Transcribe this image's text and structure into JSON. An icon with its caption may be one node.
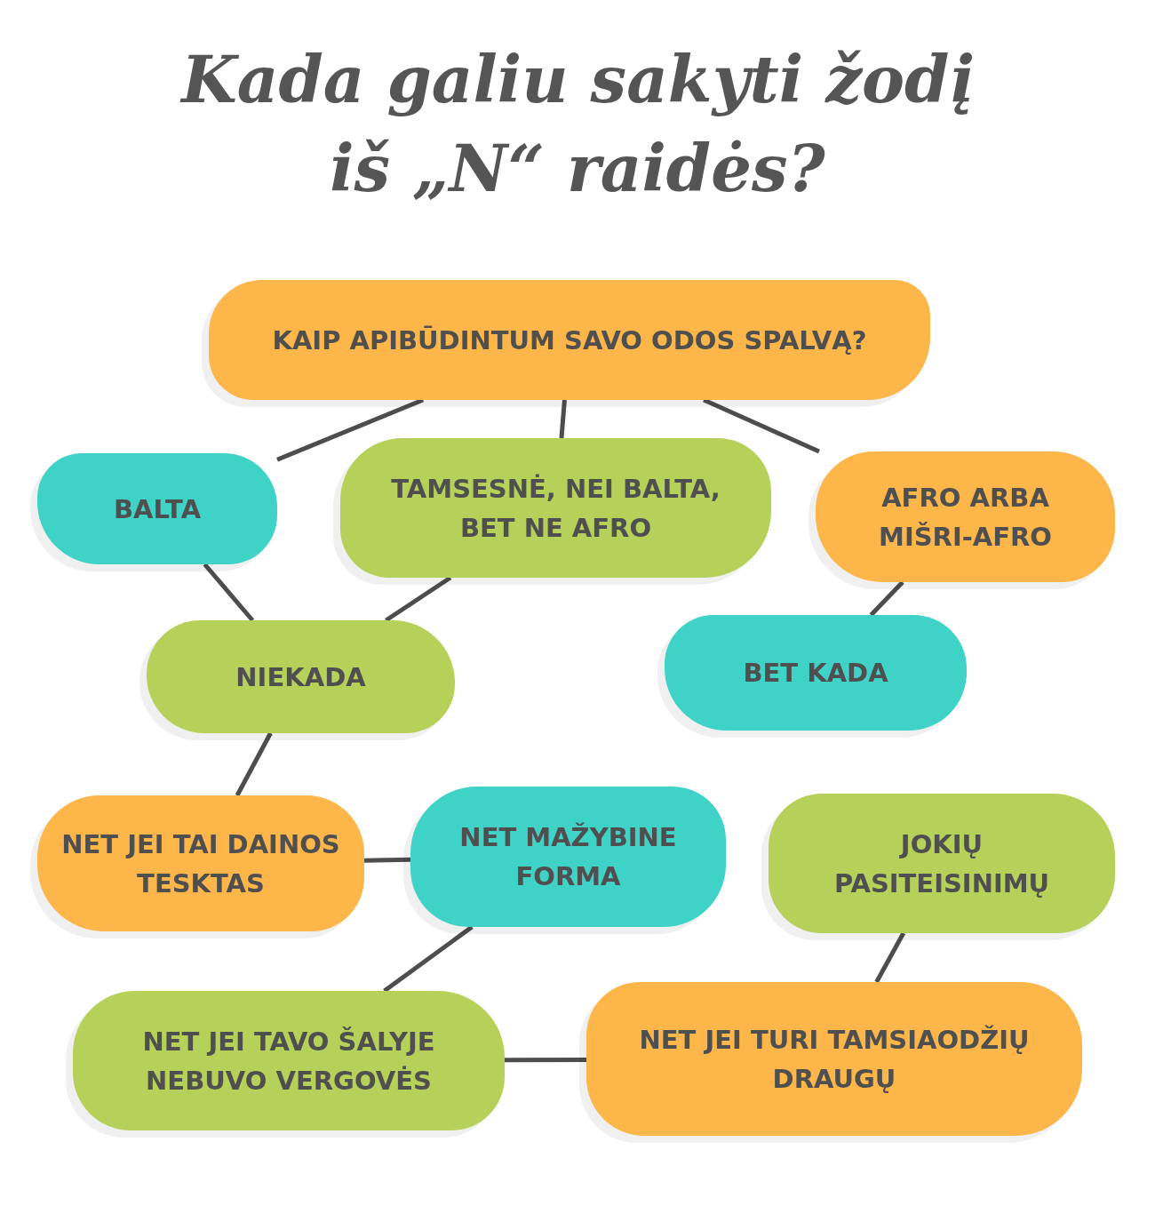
{
  "diagram": {
    "title": "Kada galiu sakyti žodį iš „N“ raidės?",
    "nodes": [
      {
        "text": [
          "KAIP APIBŪDINTUM SAVO ODOS SPALVĄ?"
        ]
      },
      {
        "text": [
          "BALTA"
        ]
      },
      {
        "text": [
          "TAMSESNĖ, NEI BALTA, BET NE AFRO"
        ]
      },
      {
        "text": [
          "AFRO ARBA MIŠRI-AFRO"
        ]
      },
      {
        "text": [
          "NIEKADA"
        ]
      },
      {
        "text": [
          "BET KADA"
        ]
      },
      {
        "text": [
          "NET JEI TAI DAINOS TESKTAS"
        ]
      },
      {
        "text": [
          "NET MAŽYBINE FORMA"
        ]
      },
      {
        "text": [
          "JOKIŲ PASITEISINIMŲ"
        ]
      },
      {
        "text": [
          "NET JEI TAVO ŠALYJE NEBUVO VERGOVĖS"
        ]
      },
      {
        "text": [
          "NET JEI TURI TAMSIAODŽIŲ DRAUGŲ"
        ]
      }
    ],
    "edges": [
      {
        "from": 0,
        "to": 1,
        "arrow": "none"
      },
      {
        "from": 0,
        "to": 2,
        "arrow": "none"
      },
      {
        "from": 0,
        "to": 3,
        "arrow": "none"
      },
      {
        "from": 1,
        "to": 4,
        "arrow": "none"
      },
      {
        "from": 2,
        "to": 4,
        "arrow": "none"
      },
      {
        "from": 3,
        "to": 5,
        "arrow": "none"
      },
      {
        "from": 4,
        "to": 6,
        "arrow": "none"
      },
      {
        "from": 6,
        "to": 7,
        "arrow": "none"
      },
      {
        "from": 7,
        "to": 9,
        "arrow": "none"
      },
      {
        "from": 9,
        "to": 10,
        "arrow": "none"
      },
      {
        "from": 8,
        "to": 10,
        "arrow": "none"
      }
    ]
  }
}
